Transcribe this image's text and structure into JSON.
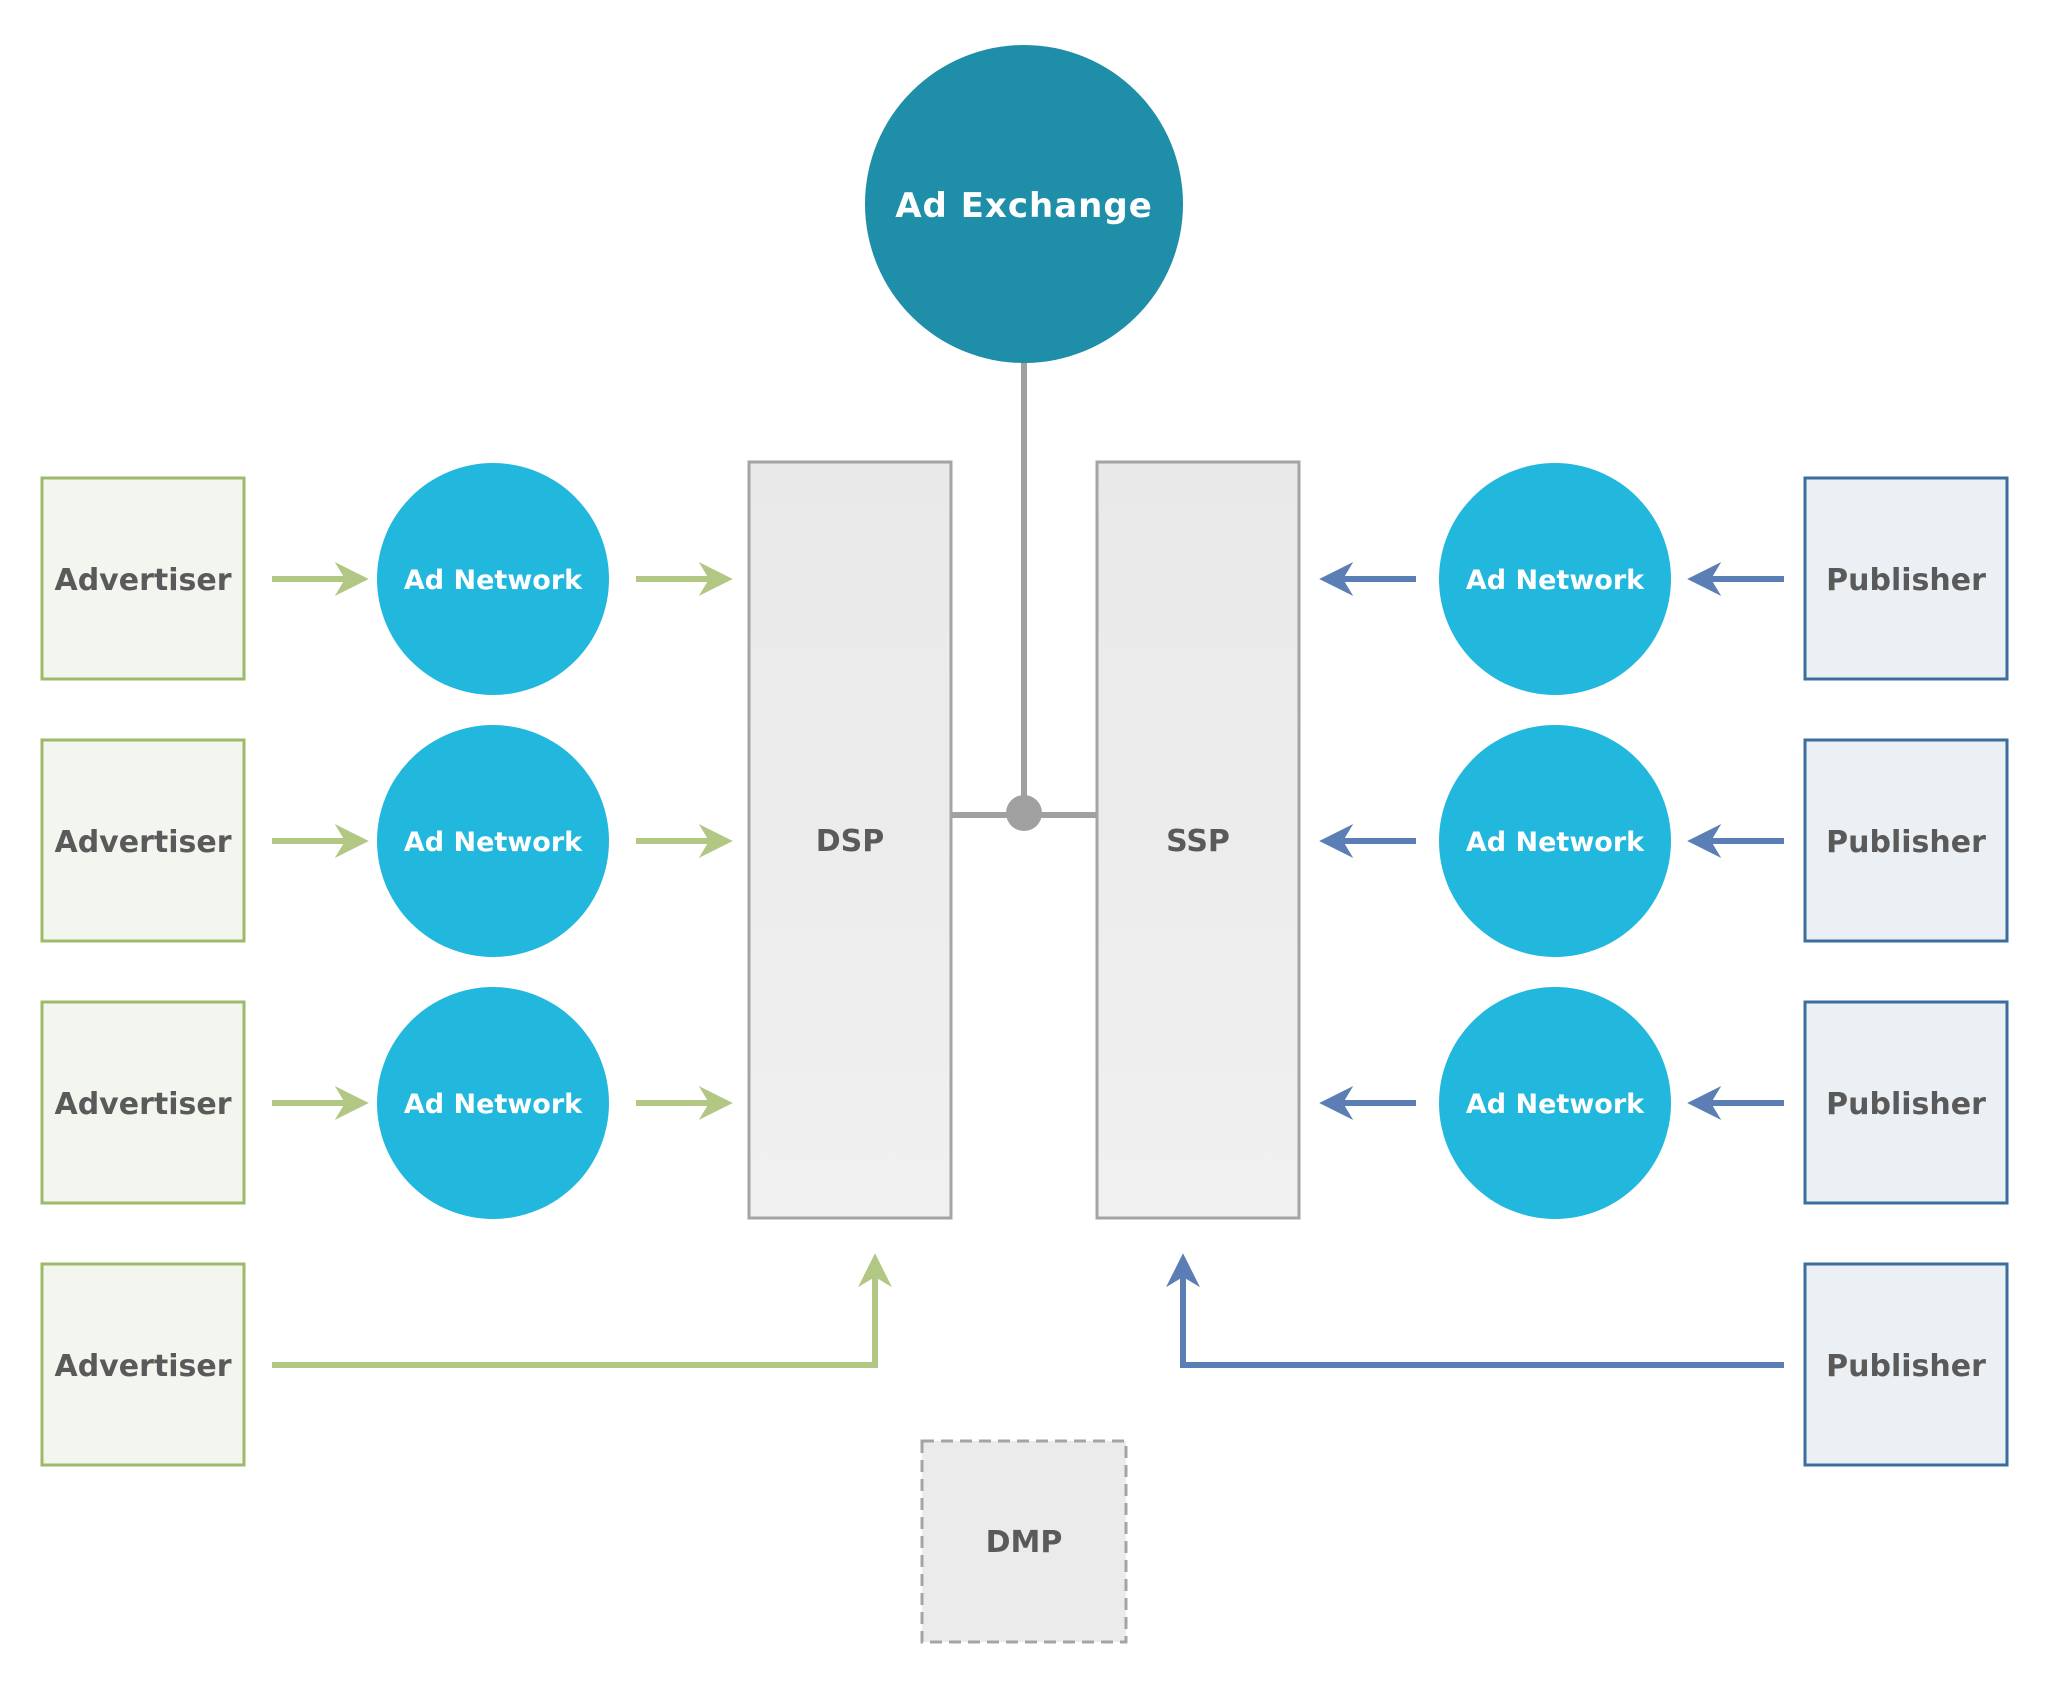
{
  "exchange": {
    "label": "Ad Exchange"
  },
  "dsp": {
    "label": "DSP"
  },
  "ssp": {
    "label": "SSP"
  },
  "dmp": {
    "label": "DMP"
  },
  "advertisers": [
    {
      "label": "Advertiser"
    },
    {
      "label": "Advertiser"
    },
    {
      "label": "Advertiser"
    },
    {
      "label": "Advertiser"
    }
  ],
  "buy_networks": [
    {
      "label": "Ad Network"
    },
    {
      "label": "Ad Network"
    },
    {
      "label": "Ad Network"
    }
  ],
  "sell_networks": [
    {
      "label": "Ad Network"
    },
    {
      "label": "Ad Network"
    },
    {
      "label": "Ad Network"
    }
  ],
  "publishers": [
    {
      "label": "Publisher"
    },
    {
      "label": "Publisher"
    },
    {
      "label": "Publisher"
    },
    {
      "label": "Publisher"
    }
  ],
  "colors": {
    "exchange": "#1f8ea8",
    "ad_network": "#22b8de",
    "advertiser_border": "#9cba6a",
    "advertiser_fill": "#f3f6ef",
    "publisher_border": "#3b6d9e",
    "publisher_fill": "#eaf0f4",
    "buy_arrow": "#b2c784",
    "sell_arrow": "#5b7fb5",
    "platform_border": "#a4a4a4",
    "platform_fill": "#ebebeb",
    "connector": "#a0a0a0",
    "dark_text": "#5a5a5a",
    "light_text": "#ffffff"
  }
}
